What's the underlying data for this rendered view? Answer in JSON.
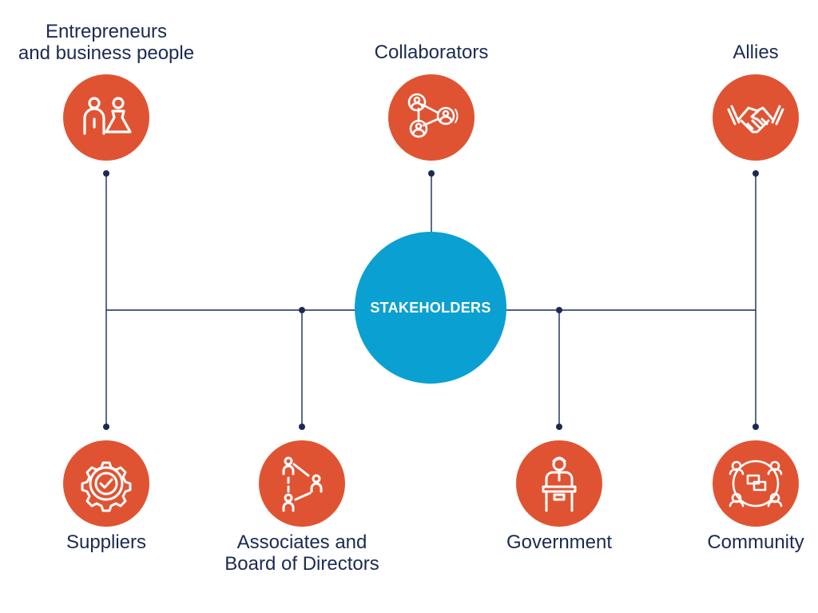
{
  "colors": {
    "node": "#e05332",
    "center": "#0aa0d2",
    "line": "#1b2a52",
    "text": "#1b2a52"
  },
  "center": {
    "label": "STAKEHOLDERS"
  },
  "nodes": [
    {
      "id": "entrepreneurs",
      "label_lines": [
        "Entrepreneurs",
        "and business people"
      ],
      "icon": "people-icon"
    },
    {
      "id": "collaborators",
      "label_lines": [
        "Collaborators"
      ],
      "icon": "network-icon"
    },
    {
      "id": "allies",
      "label_lines": [
        "Allies"
      ],
      "icon": "handshake-icon"
    },
    {
      "id": "suppliers",
      "label_lines": [
        "Suppliers"
      ],
      "icon": "gear-check-icon"
    },
    {
      "id": "associates",
      "label_lines": [
        "Associates and",
        "Board of Directors"
      ],
      "icon": "hierarchy-icon"
    },
    {
      "id": "government",
      "label_lines": [
        "Government"
      ],
      "icon": "podium-speaker-icon"
    },
    {
      "id": "community",
      "label_lines": [
        "Community"
      ],
      "icon": "community-chat-icon"
    }
  ]
}
